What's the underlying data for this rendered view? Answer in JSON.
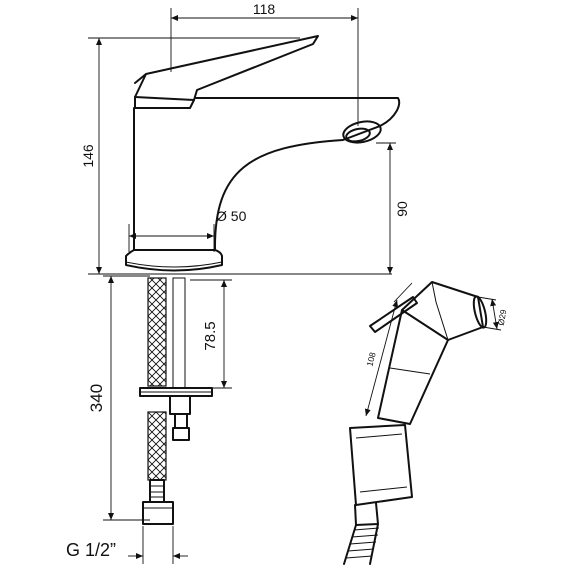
{
  "dimensions": {
    "spout_reach": "118",
    "total_height": "146",
    "outlet_height": "90",
    "base_diameter": "Ø 50",
    "threaded_stud_length": "78.5",
    "hose_length": "340",
    "connection_thread": "G 1/2”"
  },
  "hand_shower": {
    "length": "108",
    "head_diameter": "Ø29"
  },
  "colors": {
    "line": "#111111",
    "background": "#ffffff"
  }
}
